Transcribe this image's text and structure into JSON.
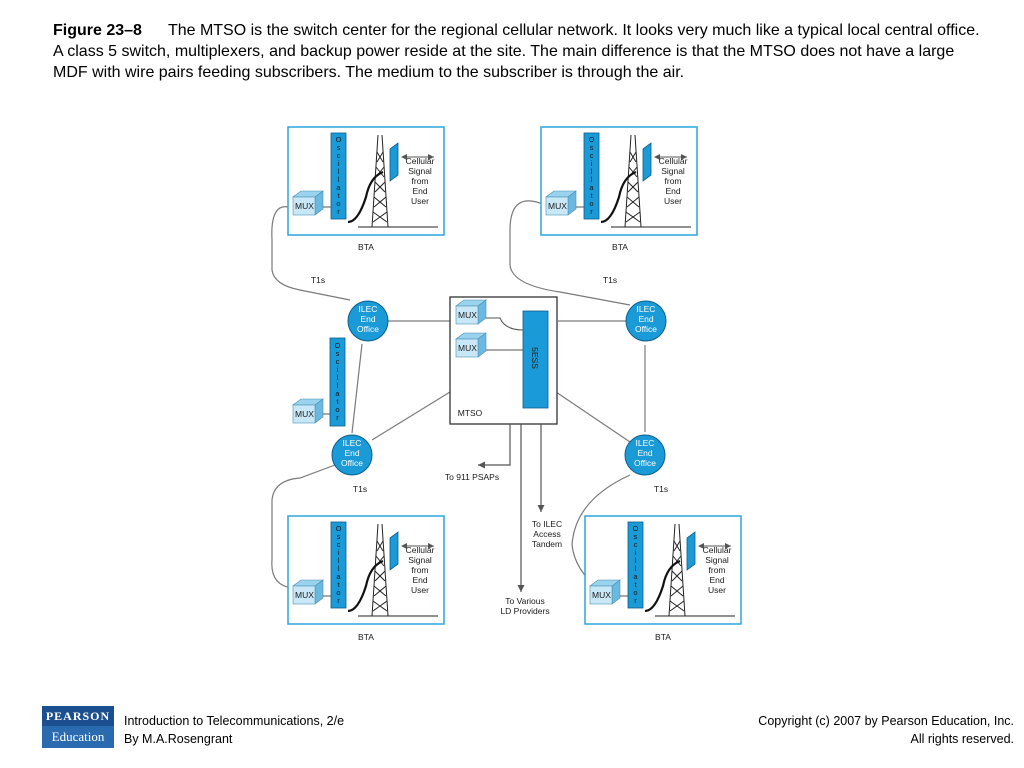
{
  "caption": {
    "figure_label": "Figure 23–8",
    "text": "The MTSO is the switch center for the regional cellular network. It looks very much like a typical local central office. A class 5 switch, multiplexers, and backup power reside at the site. The main difference is that the MTSO does not have a large MDF with wire pairs feeding subscribers. The medium to the subscriber is through the air."
  },
  "diagram": {
    "bta_label": "BTA",
    "mux_label": "MUX",
    "oscillator_letters": [
      "O",
      "s",
      "c",
      "i",
      "l",
      "l",
      "a",
      "t",
      "o",
      "r"
    ],
    "cellular_signal_lines": [
      "Cellular",
      "Signal",
      "from",
      "End",
      "User"
    ],
    "t1s_label": "T1s",
    "ilec_lines": [
      "ILEC",
      "End",
      "Office"
    ],
    "mtso_label": "MTSO",
    "switch_label": "5ESS",
    "to_911": "To 911 PSAPs",
    "to_tandem_lines": [
      "To ILEC",
      "Access",
      "Tandem"
    ],
    "to_ld_lines": [
      "To Various",
      "LD Providers"
    ]
  },
  "footer": {
    "logo_top": "PEARSON",
    "logo_bottom": "Education",
    "book_title": "Introduction to Telecommunications, 2/e",
    "author": "By M.A.Rosengrant",
    "copyright": "Copyright (c) 2007 by Pearson Education, Inc.",
    "rights": "All rights reserved."
  },
  "colors": {
    "accent_blue": "#1a9ad6",
    "box_border": "#2aa5dc",
    "line_gray": "#777777"
  }
}
